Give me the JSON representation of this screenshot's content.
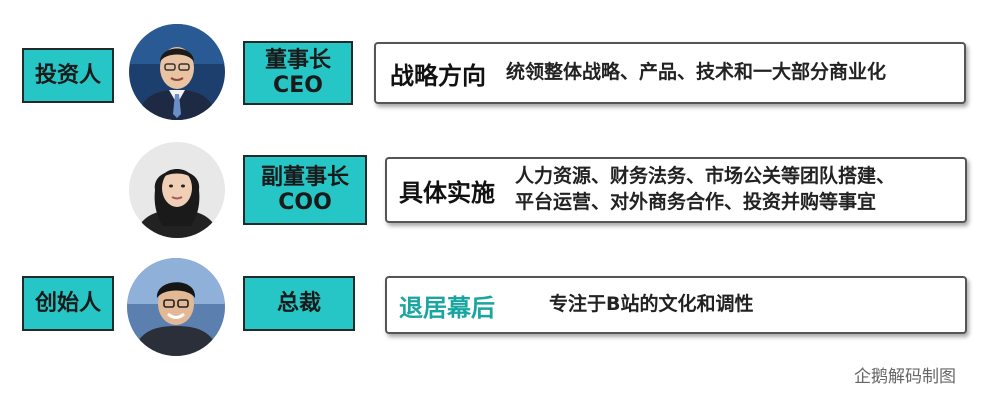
{
  "rows": [
    {
      "role_left": "投资人",
      "title_lines": [
        "董事长",
        "CEO"
      ],
      "heading": "战略方向",
      "details": [
        "统领整体战略、产品、技术和一大部分商业化"
      ]
    },
    {
      "role_left": "",
      "title_lines": [
        "副董事长",
        "COO"
      ],
      "heading": "具体实施",
      "details": [
        "人力资源、财务法务、市场公关等团队搭建、",
        "平台运营、对外商务合作、投资并购等事宜"
      ]
    },
    {
      "role_left": "创始人",
      "title_lines": [
        "总裁"
      ],
      "heading": "退居幕后",
      "details": [
        "专注于B站的文化和调性"
      ]
    }
  ],
  "credit": "企鹅解码制图",
  "colors": {
    "tag_fill": "#26c6c6",
    "heading_accent": "#1aa6a0"
  }
}
